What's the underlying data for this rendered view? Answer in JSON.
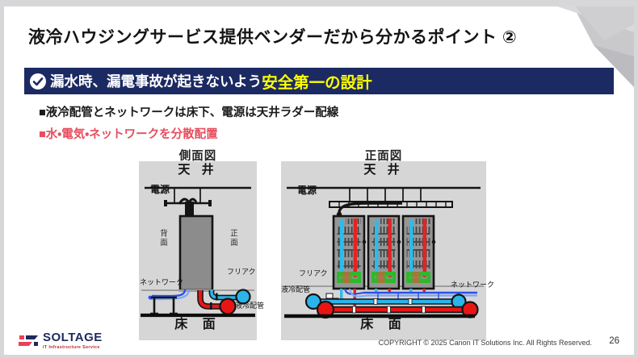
{
  "page": {
    "title": "液冷ハウジングサービス提供ベンダーだから分かるポイント ②",
    "page_number": "26",
    "copyright": "COPYRIGHT © 2025 Canon IT Solutions Inc. All Rights Reserved."
  },
  "banner": {
    "icon": "check-circle-icon",
    "text_white": "漏水時、漏電事故が起きないよう",
    "text_yellow": "安全第一の設計",
    "bg_color": "#1b2a62",
    "highlight_color": "#ffff00"
  },
  "bullets": [
    {
      "text": "■液冷配管とネットワークは床下、電源は天井ラダー配線",
      "color": "#1a1a1a"
    },
    {
      "text": "■水・電気・ネットワークを分散配置",
      "color": "#e64e5e"
    }
  ],
  "diagrams": {
    "side_view": {
      "title": "側面図",
      "labels": {
        "ceiling": "天 井",
        "power": "電源",
        "rack_back": "背面",
        "rack_front": "正面",
        "free_access": "フリアク",
        "network": "ネットワーク",
        "liquid_pipe": "液冷配管",
        "floor": "床 面"
      }
    },
    "front_view": {
      "title": "正面図",
      "labels": {
        "ceiling": "天 井",
        "power": "電源",
        "free_access": "フリアク",
        "liquid_pipe": "液冷配管",
        "network": "ネットワーク",
        "floor": "床 面"
      }
    }
  },
  "legend_colors": {
    "cold_water_pipe": "#2bb4ea",
    "hot_water_pipe": "#e91515",
    "network_cable": "#2a50e8",
    "manifold_green": "#2eb82e",
    "rack_gray": "#8c8c8c"
  },
  "footer": {
    "logo_text": "SOLTAGE",
    "logo_subtitle": "IT Infrastructure Service"
  }
}
